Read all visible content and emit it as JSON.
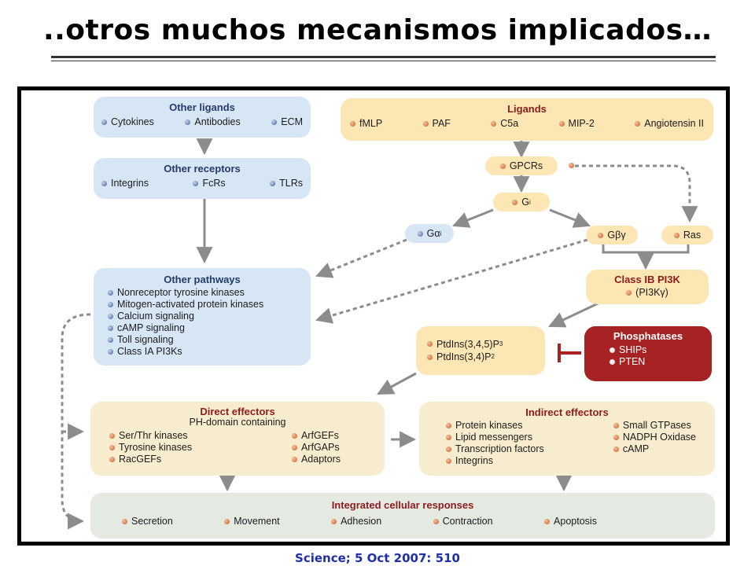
{
  "title": "..otros muchos mecanismos implicados…",
  "citation": "Science; 5 Oct 2007: 510",
  "colors": {
    "blue_box": "#d6e6f4",
    "yellow_box": "#fbe6b4",
    "beige_box": "#f8ecce",
    "grey_box": "#e4e9e2",
    "phosphatase_box": "#a72323",
    "citation_text": "#1e2fa8"
  },
  "diagram": {
    "other_ligands": {
      "title": "Other ligands",
      "items": [
        "Cytokines",
        "Antibodies",
        "ECM"
      ]
    },
    "other_receptors": {
      "title": "Other receptors",
      "items": [
        "Integrins",
        "FcRs",
        "TLRs"
      ]
    },
    "other_pathways": {
      "title": "Other pathways",
      "items": [
        "Nonreceptor tyrosine kinases",
        "Mitogen-activated protein kinases",
        "Calcium signaling",
        "cAMP signaling",
        "Toll signaling",
        "Class IA PI3Ks"
      ]
    },
    "ligands": {
      "title": "Ligands",
      "items": [
        "fMLP",
        "PAF",
        "C5a",
        "MIP-2",
        "Angiotensin II"
      ]
    },
    "gpcrs": "GPCRs",
    "gi": {
      "base": "G",
      "sub": "i"
    },
    "galpha_i": {
      "base": "Gα",
      "sub": "i"
    },
    "gbetagamma": "Gβγ",
    "ras": "Ras",
    "class_ib": {
      "title": "Class IB PI3K",
      "item": "(PI3Kγ)"
    },
    "ptdins": [
      {
        "base": "PtdIns(3,4,5)P",
        "sub": "3"
      },
      {
        "base": "PtdIns(3,4)P",
        "sub": "2"
      }
    ],
    "phosphatases": {
      "title": "Phosphatases",
      "items": [
        "SHIPs",
        "PTEN"
      ]
    },
    "direct_effectors": {
      "title": "Direct effectors",
      "subtitle": "PH-domain containing",
      "left": [
        "Ser/Thr kinases",
        "Tyrosine kinases",
        "RacGEFs"
      ],
      "right": [
        "ArfGEFs",
        "ArfGAPs",
        "Adaptors"
      ]
    },
    "indirect_effectors": {
      "title": "Indirect effectors",
      "left": [
        "Protein kinases",
        "Lipid messengers",
        "Transcription factors",
        "Integrins"
      ],
      "right": [
        "Small GTPases",
        "NADPH Oxidase",
        "cAMP"
      ]
    },
    "integrated": {
      "title": "Integrated cellular responses",
      "items": [
        "Secretion",
        "Movement",
        "Adhesion",
        "Contraction",
        "Apoptosis"
      ]
    }
  }
}
